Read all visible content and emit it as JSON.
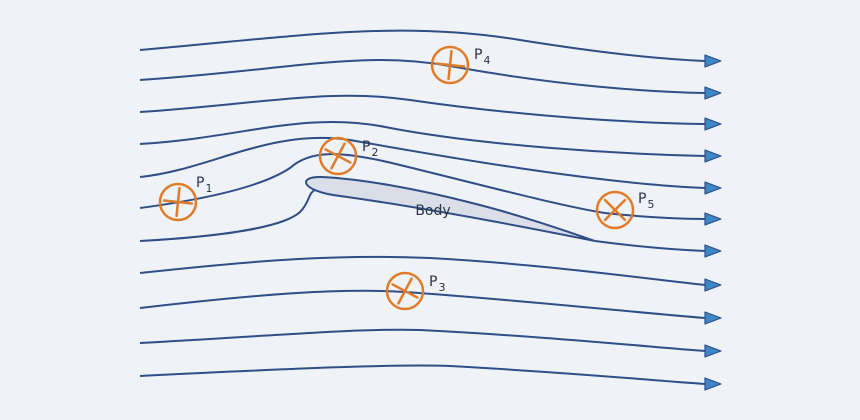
{
  "colors": {
    "background": "#eff3f8",
    "streamline": "#2f4e86",
    "arrowhead": "#3d86c8",
    "marker": "#e07b2a",
    "body_fill": "#dadee8",
    "body_stroke": "#2f4e86",
    "text": "#2a3344"
  },
  "body_label": "Body",
  "streamline_count": 11,
  "markers": [
    {
      "label": "P",
      "sub": "1",
      "cross_style": "plus-tilted"
    },
    {
      "label": "P",
      "sub": "2",
      "cross_style": "x-tilted"
    },
    {
      "label": "P",
      "sub": "3",
      "cross_style": "x-tilted"
    },
    {
      "label": "P",
      "sub": "4",
      "cross_style": "plus-tilted"
    },
    {
      "label": "P",
      "sub": "5",
      "cross_style": "x"
    }
  ]
}
